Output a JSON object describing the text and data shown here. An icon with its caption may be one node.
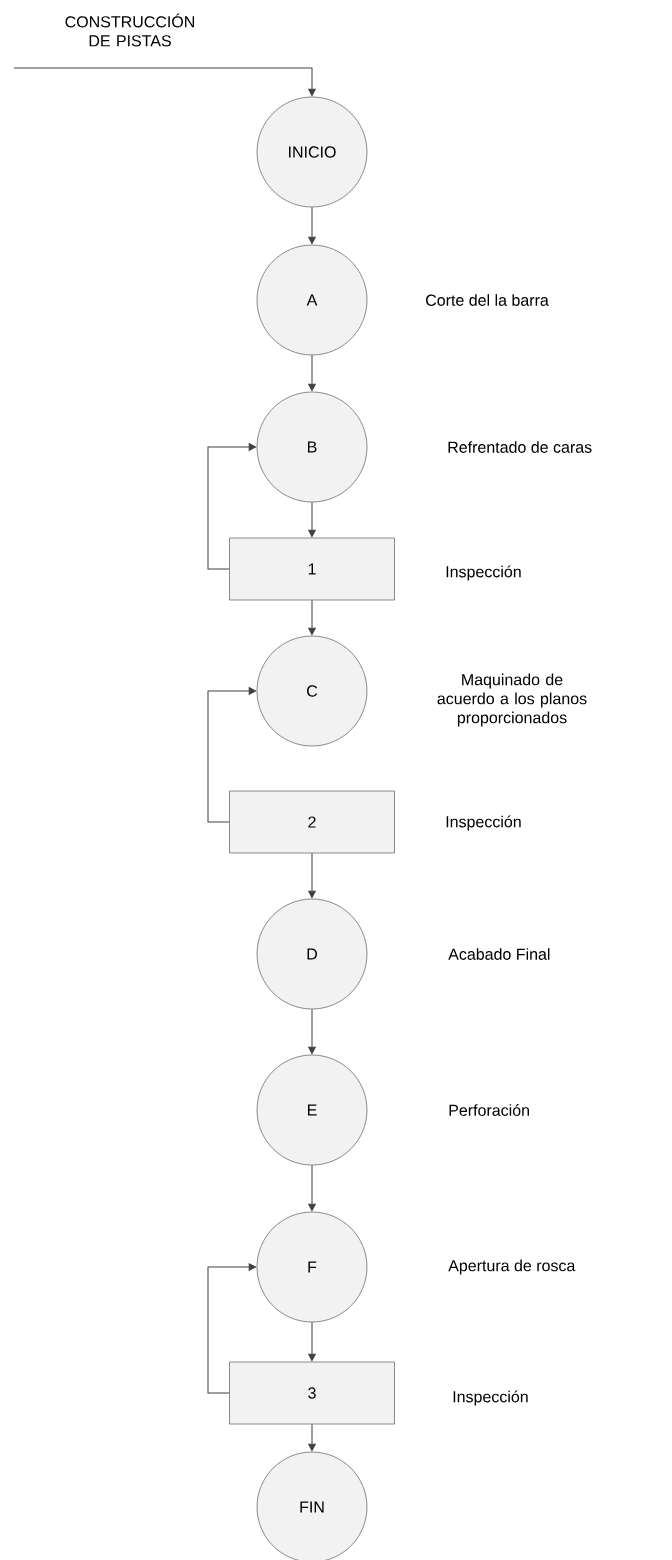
{
  "diagram": {
    "nodes": [
      {
        "text": [
          "INICIO"
        ]
      },
      {
        "text": [
          "A"
        ]
      },
      {
        "text": [
          "B"
        ]
      },
      {
        "text": [
          "1"
        ]
      },
      {
        "text": [
          "C"
        ]
      },
      {
        "text": [
          "2"
        ]
      },
      {
        "text": [
          "D"
        ]
      },
      {
        "text": [
          "E"
        ]
      },
      {
        "text": [
          "F"
        ]
      },
      {
        "text": [
          "3"
        ]
      },
      {
        "text": [
          "FIN"
        ]
      }
    ],
    "edges": [
      {
        "from": null,
        "to": 0,
        "arrow": "to",
        "label": "CONSTRUCCIÓN DE PISTAS"
      },
      {
        "from": 0,
        "to": 1,
        "arrow": "to"
      },
      {
        "from": 1,
        "to": 2,
        "arrow": "to"
      },
      {
        "from": 2,
        "to": 3,
        "arrow": "to"
      },
      {
        "from": 3,
        "to": 2,
        "arrow": "to"
      },
      {
        "from": 3,
        "to": 4,
        "arrow": "to"
      },
      {
        "from": 5,
        "to": 4,
        "arrow": "to"
      },
      {
        "from": 5,
        "to": 6,
        "arrow": "to"
      },
      {
        "from": 6,
        "to": 7,
        "arrow": "to"
      },
      {
        "from": 7,
        "to": 8,
        "arrow": "to"
      },
      {
        "from": 8,
        "to": 9,
        "arrow": "to"
      },
      {
        "from": 9,
        "to": 8,
        "arrow": "to"
      },
      {
        "from": 9,
        "to": 10,
        "arrow": "to"
      }
    ],
    "labels": [
      "Corte del la barra",
      "Refrentado de caras",
      "Inspección",
      "Maquinado de acuerdo a los planos proporcionados",
      "Inspección",
      "Acabado Final",
      "Perforación",
      "Apertura de rosca",
      "Inspección"
    ]
  }
}
